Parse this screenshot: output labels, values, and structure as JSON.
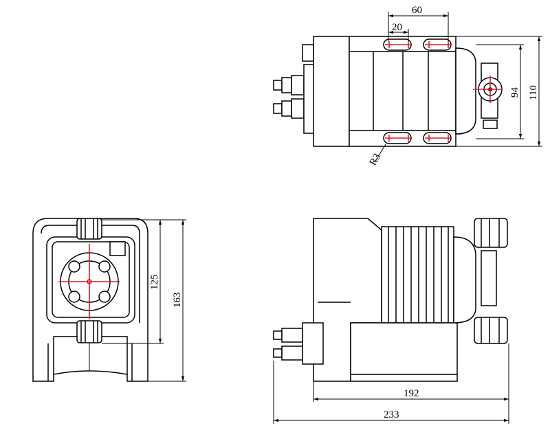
{
  "drawing": {
    "top_view": {
      "dimensions": {
        "hole_spacing_outer": "60",
        "hole_spacing_inner": "20",
        "inner_width": "94",
        "overall_width": "110",
        "radius": "R3"
      }
    },
    "front_view": {
      "dimensions": {
        "mount_height": "125",
        "overall_height": "163"
      }
    },
    "side_view": {
      "dimensions": {
        "body_length": "192",
        "overall_length": "233"
      }
    },
    "colors": {
      "line": "#000000",
      "centerline": "#e21b23"
    }
  }
}
